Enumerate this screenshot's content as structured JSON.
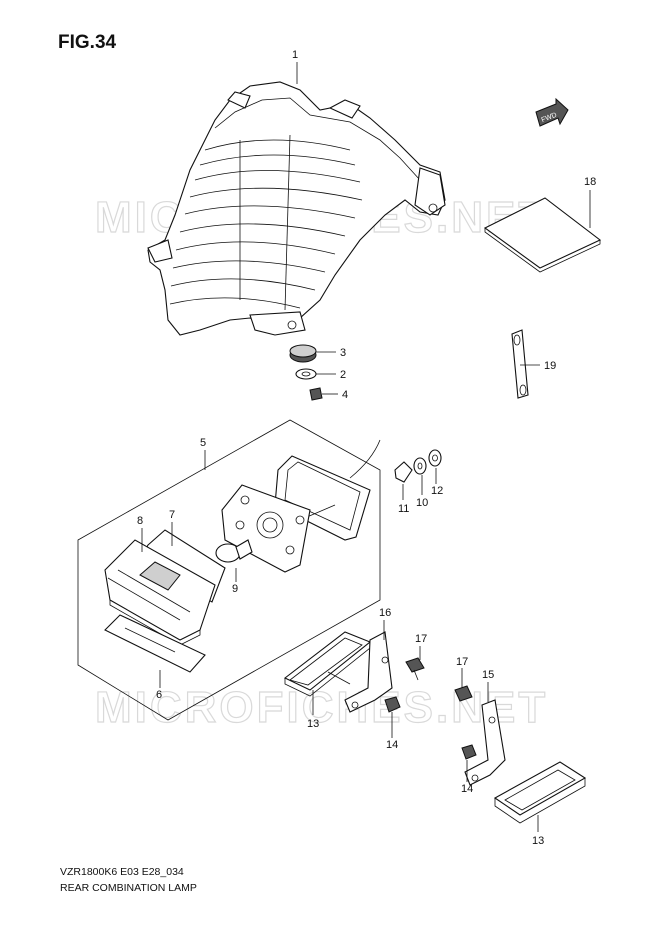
{
  "figure": {
    "title": "FIG.34",
    "model_code": "VZR1800K6 E03 E28_034",
    "caption": "REAR COMBINATION LAMP"
  },
  "watermark": "MICROFICHES.NET",
  "fwd_label": "FWD",
  "callouts": {
    "c1": "1",
    "c2": "2",
    "c3": "3",
    "c4": "4",
    "c5": "5",
    "c6": "6",
    "c7": "7",
    "c8": "8",
    "c9": "9",
    "c10": "10",
    "c11": "11",
    "c12": "12",
    "c13a": "13",
    "c13b": "13",
    "c14a": "14",
    "c14b": "14",
    "c15": "15",
    "c16": "16",
    "c17a": "17",
    "c17b": "17",
    "c18": "18",
    "c19": "19"
  }
}
